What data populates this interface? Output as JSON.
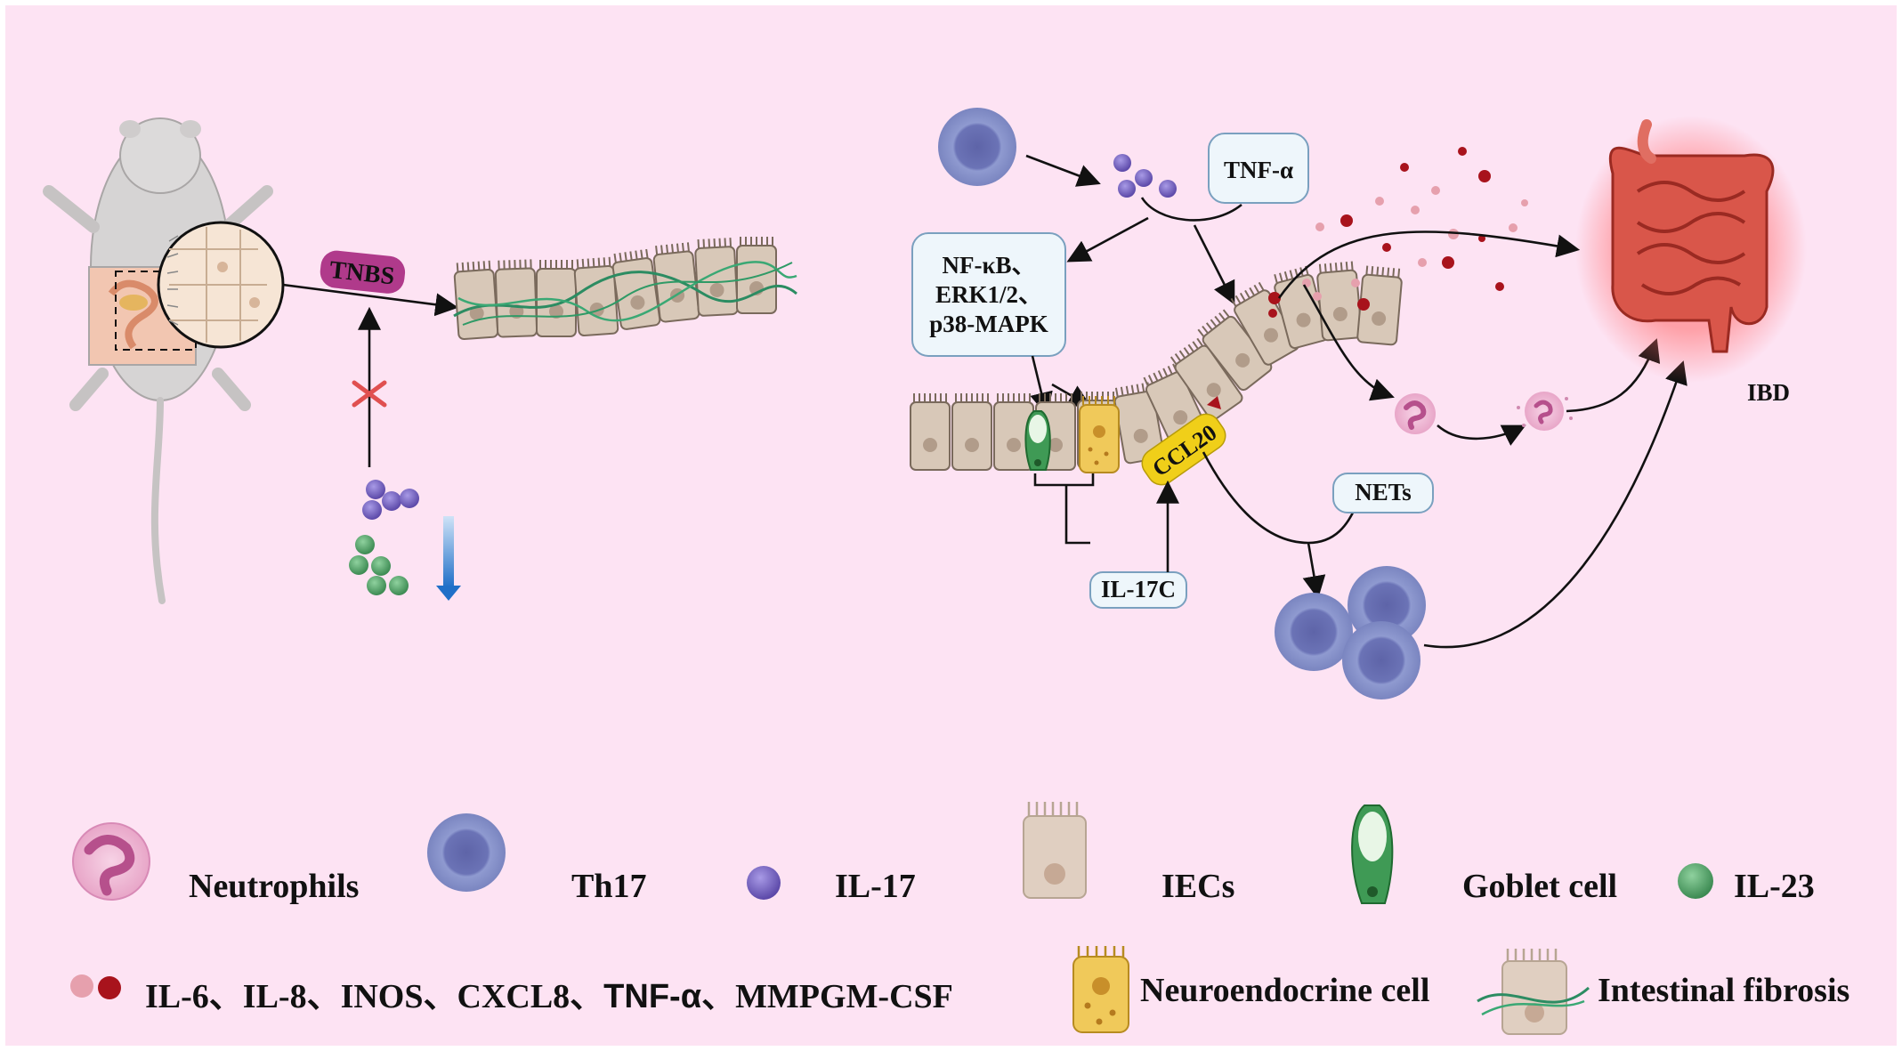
{
  "colors": {
    "background": "#fde3f3",
    "th17": "#7b85c2",
    "il17": "#7a69c4",
    "il23": "#5aa26f",
    "neutrophil": "#f2b8d8",
    "iec": "#d9c7b6",
    "goblet": "#3f9a55",
    "neuroendocrine": "#f0c95a",
    "cytokine_light": "#e6a0ad",
    "cytokine_dark": "#a8131c",
    "tnbs_badge": "#b03a8b",
    "ccl20_badge": "#f0cf19",
    "inhibition": "#e05050",
    "decrease_arrow": "#2f7fd0"
  },
  "left_panel": {
    "tnbs_label": "TNBS"
  },
  "right_panel": {
    "tnf_label": "TNF-α",
    "pathway_label_lines": [
      "NF-κB、",
      "ERK1/2、",
      "p38-MAPK"
    ],
    "ccl20_label": "CCL20",
    "nets_label": "NETs",
    "il17c_label": "IL-17C",
    "ibd_label": "IBD"
  },
  "legend": {
    "neutrophils": "Neutrophils",
    "th17": "Th17",
    "il17": "IL-17",
    "iecs": "IECs",
    "goblet": "Goblet cell",
    "il23": "IL-23",
    "cytokines_a": "IL-6、IL-8、INOS、CXCL8、",
    "cytokines_b": "TNF-α",
    "cytokines_c": "、MMPGM-CSF",
    "neuroendocrine": "Neuroendocrine cell",
    "fibrosis": "Intestinal fibrosis"
  }
}
